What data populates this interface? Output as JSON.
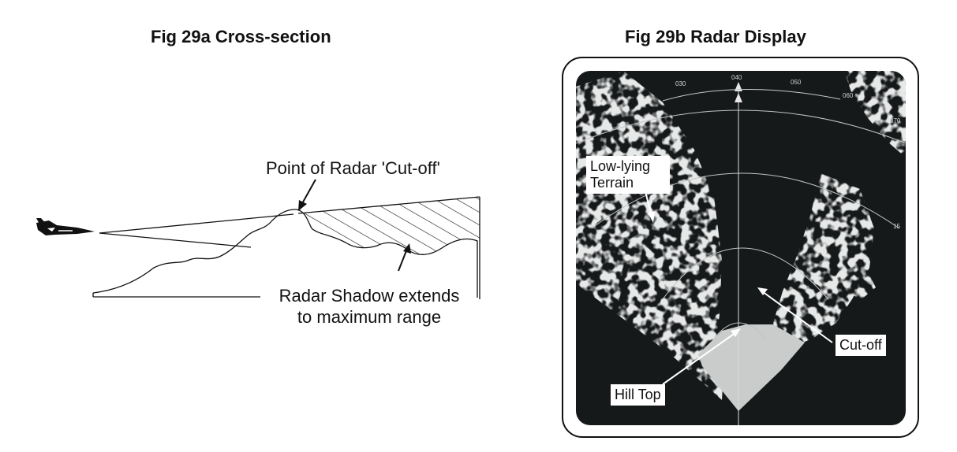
{
  "fig_a": {
    "title": "Fig 29a Cross-section",
    "label_cutoff": "Point of Radar 'Cut-off'",
    "label_shadow_line1": "Radar Shadow extends",
    "label_shadow_line2": "to maximum range"
  },
  "fig_b": {
    "title": "Fig 29b Radar Display",
    "bearings": [
      "030",
      "040",
      "050",
      "060",
      "070"
    ],
    "range_mark": "15",
    "callout_terrain": "Low-lying Terrain",
    "callout_cutoff": "Cut-off",
    "callout_hilltop": "Hill Top"
  },
  "colors": {
    "ink": "#111111",
    "screen_dark": "#16191a",
    "terrain_return": "#c9cccb"
  }
}
